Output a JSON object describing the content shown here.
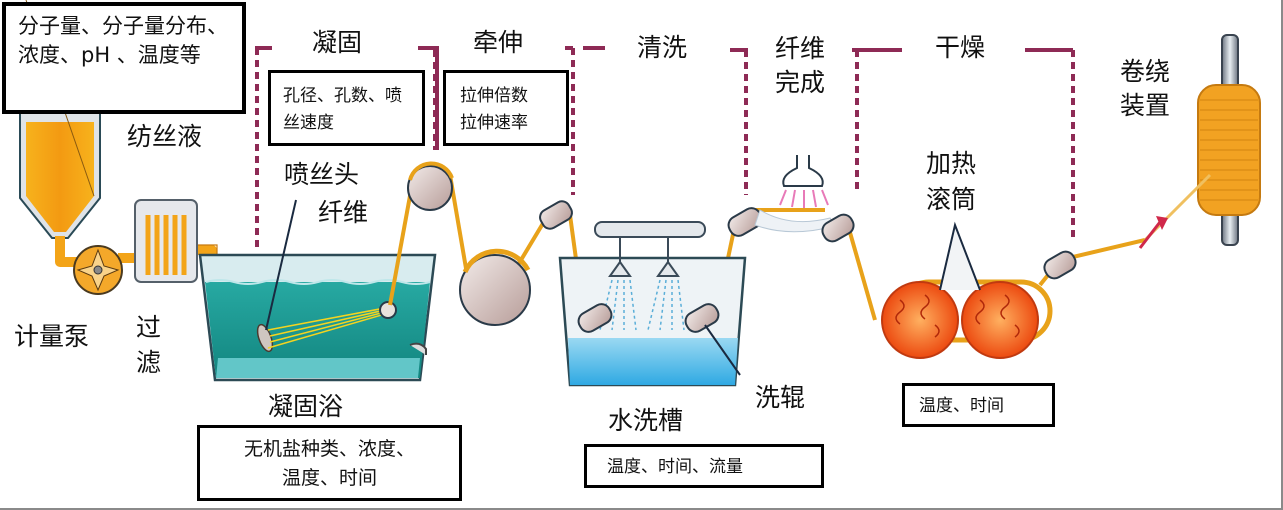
{
  "diagram": {
    "title_stages": {
      "coagulation": "凝固",
      "stretching": "牵伸",
      "washing": "清洗",
      "fiber_complete": "纤维完成",
      "drying": "干燥"
    },
    "components": {
      "spinning_solution": "纺丝液",
      "metering_pump": "计量泵",
      "filter": "过滤",
      "spinneret": "喷丝头",
      "fiber": "纤维",
      "coagulation_bath": "凝固浴",
      "wash_tank": "水洗槽",
      "wash_roller": "洗辊",
      "heated_drum": "加热滚筒",
      "winding_device": "卷绕装置"
    },
    "parameter_boxes": {
      "spinning_solution_params": "分子量、分子量分布、浓度、pH 、温度等",
      "spinneret_params": "孔径、孔数、喷丝速度",
      "stretch_params_line1": "拉伸倍数",
      "stretch_params_line2": "拉伸速率",
      "bath_params_line1": "无机盐种类、浓度、",
      "bath_params_line2": "温度、时间",
      "wash_params": "温度、时间、流量",
      "drying_params": "温度、时间"
    },
    "colors": {
      "fiber": "#e8a21a",
      "spin_solution": "#f39a12",
      "bath_water": "#1a9e98",
      "wash_water": "#3cb4e6",
      "heated_drum": "#f0641c",
      "stage_divider": "#8e2a55",
      "roller": "#d9c8c4"
    }
  }
}
